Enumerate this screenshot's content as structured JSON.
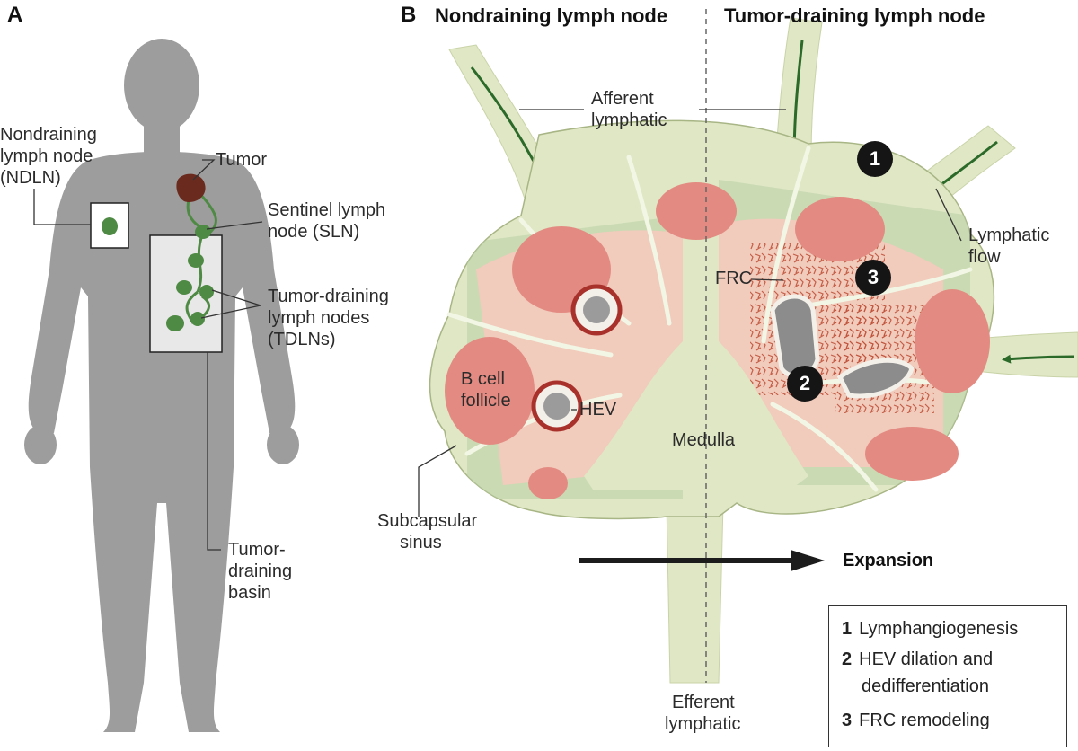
{
  "panels": {
    "a": "A",
    "b": "B"
  },
  "headings": {
    "nondraining": "Nondraining lymph node",
    "draining": "Tumor-draining lymph node"
  },
  "panel_a": {
    "ndln": [
      "Nondraining",
      "lymph node",
      "(NDLN)"
    ],
    "tumor": "Tumor",
    "sln": [
      "Sentinel lymph",
      "node (SLN)"
    ],
    "tdln": [
      "Tumor-draining",
      "lymph nodes",
      "(TDLNs)"
    ],
    "basin": [
      "Tumor-",
      "draining",
      "basin"
    ]
  },
  "panel_b": {
    "afferent": [
      "Afferent",
      "lymphatic"
    ],
    "lymphatic_flow": [
      "Lymphatic",
      "flow"
    ],
    "frc": "FRC",
    "b_cell": [
      "B cell",
      "follicle"
    ],
    "hev": "HEV",
    "medulla": "Medulla",
    "subcapsular": [
      "Subcapsular",
      "sinus"
    ],
    "expansion": "Expansion",
    "efferent": [
      "Efferent",
      "lymphatic"
    ]
  },
  "badges": [
    "1",
    "2",
    "3"
  ],
  "legend": [
    {
      "num": "1",
      "text": "Lymphangiogenesis"
    },
    {
      "num": "2",
      "text": "HEV dilation and"
    },
    {
      "num": "",
      "text": "dedifferentiation"
    },
    {
      "num": "3",
      "text": "FRC remodeling"
    }
  ],
  "colors": {
    "body": "#9d9d9d",
    "node_green": "#4f8a45",
    "tumor": "#6b2a1e",
    "capsule": "#dfe7c4",
    "follicle": "#e38b82",
    "paracortex": "#f5c9bd",
    "hev_ring": "#a8322b",
    "frc": "#c76a4e"
  }
}
